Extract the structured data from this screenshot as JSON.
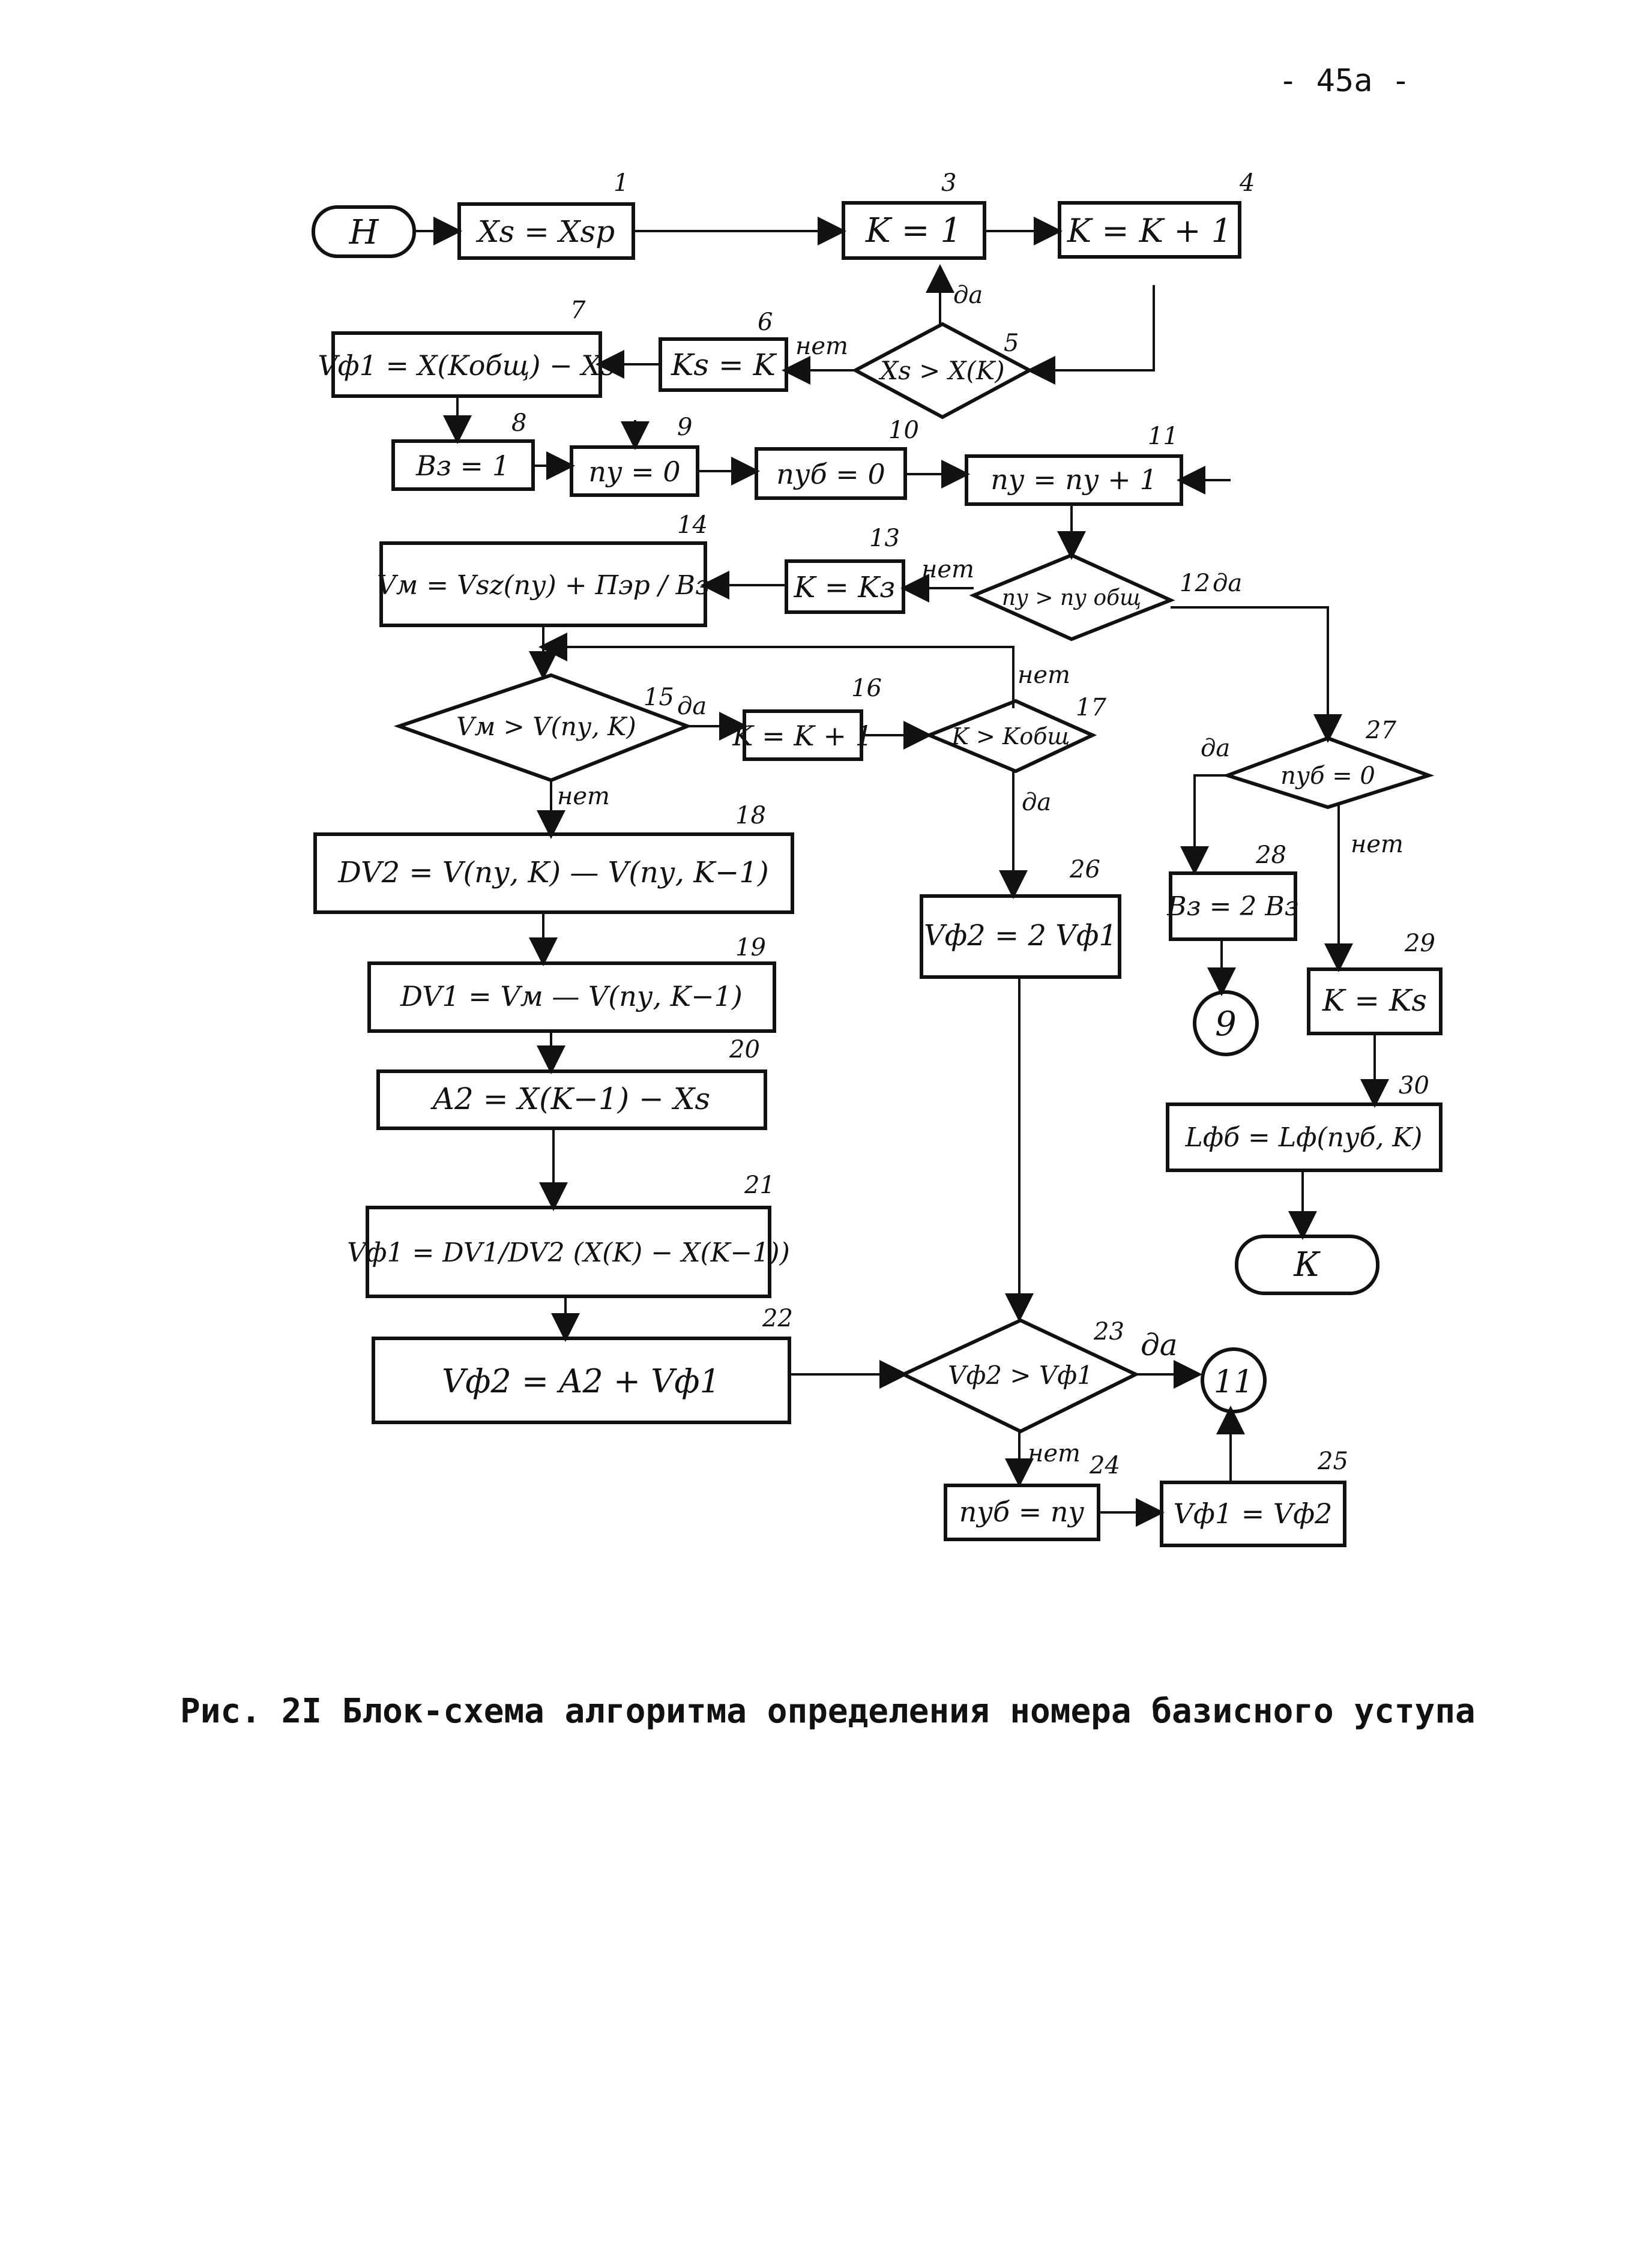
{
  "page_number": "- 45а -",
  "caption": "Рис. 2I Блок-схема алгоритма определения номера базисного уступа",
  "nodes": {
    "start": {
      "text": "Н"
    },
    "n1": {
      "num": "1",
      "text": "Xs = Xsp"
    },
    "n3": {
      "num": "3",
      "text": "K = 1"
    },
    "n4": {
      "num": "4",
      "text": "K = K + 1"
    },
    "n5": {
      "num": "5",
      "text": "Xs > X(K)"
    },
    "n6": {
      "num": "6",
      "text": "Ks = K"
    },
    "n7": {
      "num": "7",
      "text": "Vф1 = X(Kобщ) − Xs"
    },
    "n8": {
      "num": "8",
      "text": "Bз = 1"
    },
    "n9": {
      "num": "9",
      "text": "nу = 0"
    },
    "n10": {
      "num": "10",
      "text": "nуб = 0"
    },
    "n11": {
      "num": "11",
      "text": "nу = nу + 1"
    },
    "n12": {
      "num": "12",
      "text": "nу > nу общ"
    },
    "n13": {
      "num": "13",
      "text": "K = Kз"
    },
    "n14": {
      "num": "14",
      "text": "Vм = Vsz(nу) + Пэр / Bз"
    },
    "n15": {
      "num": "15",
      "text": "Vм > V(nу, K)"
    },
    "n16": {
      "num": "16",
      "text": "K = K + 1"
    },
    "n17": {
      "num": "17",
      "text": "K > Kобщ"
    },
    "n18": {
      "num": "18",
      "text": "DV2 = V(nу, K) — V(nу, K−1)"
    },
    "n19": {
      "num": "19",
      "text": "DV1 = Vм — V(nу, K−1)"
    },
    "n20": {
      "num": "20",
      "text": "A2 = X(K−1) − Xs"
    },
    "n21": {
      "num": "21",
      "text": "Vф1 = DV1/DV2 (X(K) − X(K−1))"
    },
    "n22": {
      "num": "22",
      "text": "Vф2 = A2 + Vф1"
    },
    "n23": {
      "num": "23",
      "text": "Vф2 > Vф1"
    },
    "n24": {
      "num": "24",
      "text": "nуб = nу"
    },
    "n25": {
      "num": "25",
      "text": "Vф1 = Vф2"
    },
    "n26": {
      "num": "26",
      "text": "Vф2 = 2 Vф1"
    },
    "n27": {
      "num": "27",
      "text": "nуб = 0"
    },
    "n28": {
      "num": "28",
      "text": "Bз = 2 Bз"
    },
    "n29": {
      "num": "29",
      "text": "K = Ks"
    },
    "n30": {
      "num": "30",
      "text": "Lфб = Lф(nуб, K)"
    },
    "c9": {
      "text": "9"
    },
    "c11": {
      "text": "11"
    },
    "end": {
      "text": "К"
    }
  },
  "branch_labels": {
    "yes": "да",
    "no": "нет"
  }
}
